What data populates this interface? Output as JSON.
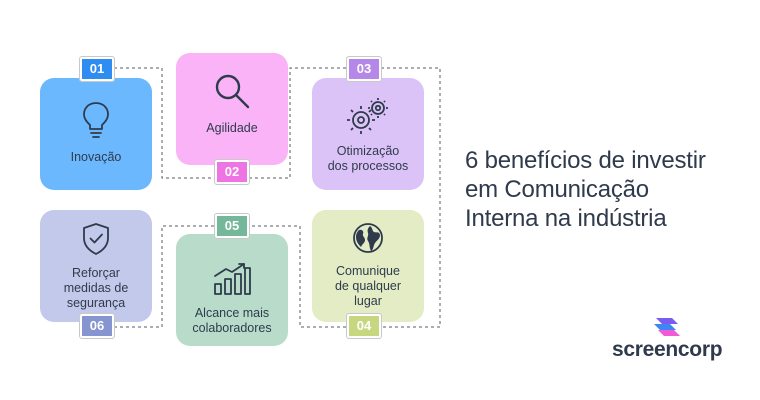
{
  "title": {
    "line1": "6 benefícios de investir",
    "line2": "em Comunicação",
    "line3": "Interna na indústria"
  },
  "brand": {
    "name": "screencorp",
    "logo_icon": "stacked-layers-logo-icon"
  },
  "cards": [
    {
      "number": "01",
      "label_lines": [
        "Inovação"
      ],
      "icon": "lightbulb-icon",
      "card_color": "#6cb8ff",
      "badge_color": "#2f8cf0"
    },
    {
      "number": "02",
      "label_lines": [
        "Agilidade"
      ],
      "icon": "magnifier-icon",
      "card_color": "#f9b3f6",
      "badge_color": "#ef74e3"
    },
    {
      "number": "03",
      "label_lines": [
        "Otimização",
        "dos processos"
      ],
      "icon": "gears-icon",
      "card_color": "#dcc3f7",
      "badge_color": "#b487e8"
    },
    {
      "number": "04",
      "label_lines": [
        "Comunique",
        "de qualquer",
        "lugar"
      ],
      "icon": "globe-icon",
      "card_color": "#e3ecc4",
      "badge_color": "#c7d77f"
    },
    {
      "number": "05",
      "label_lines": [
        "Alcance mais",
        "colaboradores"
      ],
      "icon": "growth-chart-icon",
      "card_color": "#b8dcc9",
      "badge_color": "#74b79a"
    },
    {
      "number": "06",
      "label_lines": [
        "Reforçar",
        "medidas de",
        "segurança"
      ],
      "icon": "shield-check-icon",
      "card_color": "#c2c9ea",
      "badge_color": "#8694cf"
    }
  ]
}
